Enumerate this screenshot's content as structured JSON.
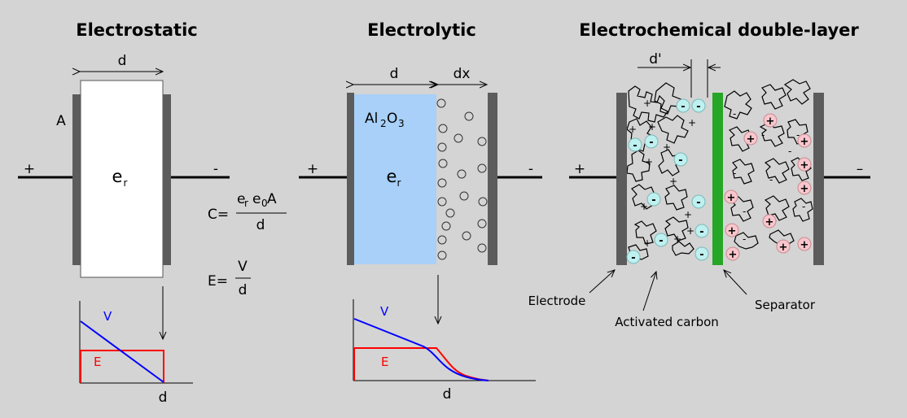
{
  "titles": {
    "electrostatic": "Electrostatic",
    "electrolytic": "Electrolytic",
    "edl": "Electrochemical double-layer"
  },
  "electrostatic": {
    "dim_d": "d",
    "area": "A",
    "plus": "+",
    "minus": "-",
    "permittivity": "e",
    "perm_sub": "r",
    "formula_c": {
      "lhs": "C=",
      "num_e": "e",
      "num_r": "r",
      "num_e2": "e",
      "num_0": "0",
      "num_a": " A",
      "den": "d"
    },
    "formula_e": {
      "lhs": "E=",
      "num": "V",
      "den": "d"
    },
    "graph": {
      "v": "V",
      "e": "E",
      "xlabel": "d"
    }
  },
  "electrolytic": {
    "dim_d": "d",
    "dim_dx": "dx",
    "oxide_al": "Al",
    "oxide_2": "2",
    "oxide_o": "O",
    "oxide_3": "3",
    "permittivity": "e",
    "perm_sub": "r",
    "plus": "+",
    "minus": "-",
    "graph": {
      "v": "V",
      "e": "E",
      "xlabel": "d"
    }
  },
  "edl": {
    "dim_d": "d'",
    "plus": "+",
    "minus": "–",
    "labels": {
      "electrode": "Electrode",
      "carbon": "Activated carbon",
      "separator": "Separator"
    },
    "ion_minus": "-",
    "ion_plus": "+"
  },
  "colors": {
    "background": "#d4d4d4",
    "plate": "#5c5c5c",
    "dielectric": "#ffffff",
    "oxide": "#a8d0f8",
    "separator": "#26a626",
    "anion": "#bff0f0",
    "cation": "#f8c6cc",
    "voltage": "#0000ff",
    "field": "#ff0000"
  }
}
